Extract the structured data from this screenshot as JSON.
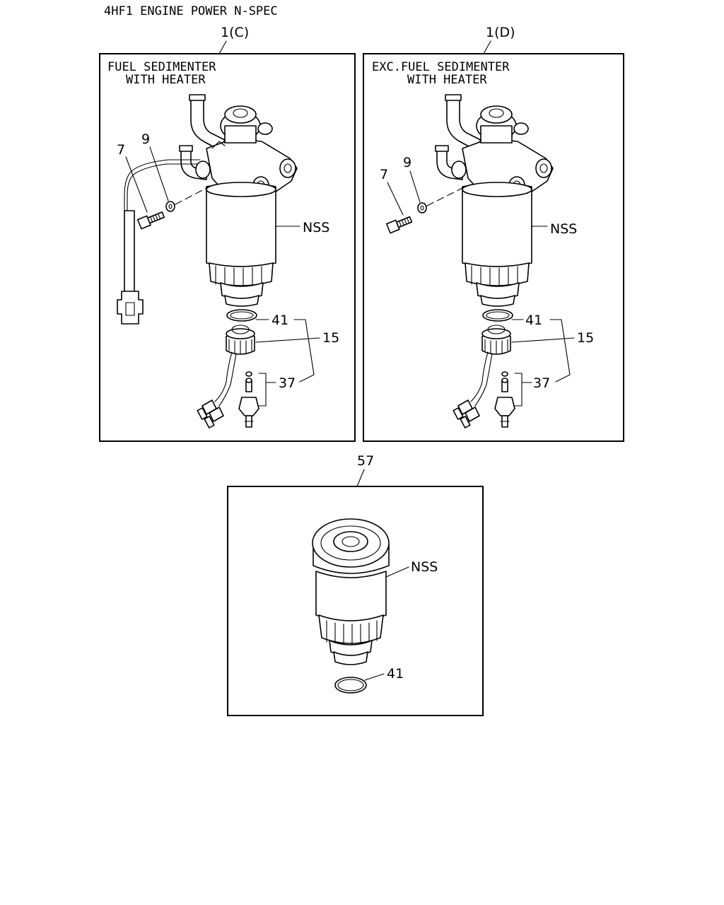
{
  "page_title": "4HF1 ENGINE POWER N-SPEC",
  "panels": [
    {
      "ref": "1(C)",
      "caption_line1": "FUEL SEDIMENTER",
      "caption_line2": "WITH HEATER",
      "callouts": {
        "bolt": "7",
        "washer": "9",
        "element": "NSS",
        "oring": "41",
        "drain_plug": "15",
        "sensor": "37"
      }
    },
    {
      "ref": "1(D)",
      "caption_line1": "EXC.FUEL SEDIMENTER",
      "caption_line2": "WITH HEATER",
      "callouts": {
        "bolt": "7",
        "washer": "9",
        "element": "NSS",
        "oring": "41",
        "drain_plug": "15",
        "sensor": "37"
      }
    }
  ],
  "element_panel": {
    "ref": "57",
    "callouts": {
      "element": "NSS",
      "oring": "41"
    }
  }
}
